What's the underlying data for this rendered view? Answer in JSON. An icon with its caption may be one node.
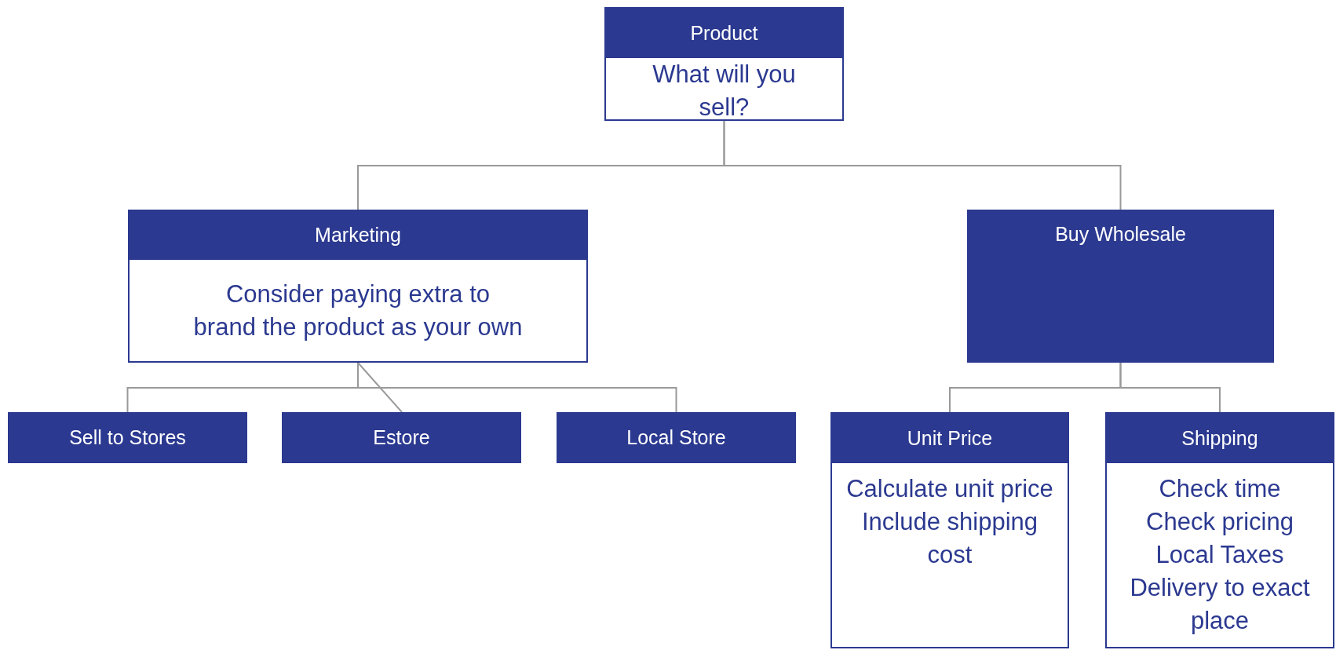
{
  "diagram": {
    "nodes": [
      {
        "text": [
          "Product",
          "What will you sell?"
        ]
      },
      {
        "text": [
          "Marketing",
          "Consider paying extra to brand the product as your own"
        ]
      },
      {
        "text": [
          "Buy Wholesale"
        ]
      },
      {
        "text": [
          "Sell to Stores"
        ]
      },
      {
        "text": [
          "Estore"
        ]
      },
      {
        "text": [
          "Local Store"
        ]
      },
      {
        "text": [
          "Unit Price",
          "Calculate unit price Include shipping cost"
        ]
      },
      {
        "text": [
          "Shipping",
          "Check time Check pricing Local Taxes Delivery to exact place"
        ]
      }
    ],
    "edges": [
      {
        "from": 0,
        "to": 1,
        "arrow": "none"
      },
      {
        "from": 0,
        "to": 2,
        "arrow": "none"
      },
      {
        "from": 1,
        "to": 3,
        "arrow": "none"
      },
      {
        "from": 1,
        "to": 4,
        "arrow": "none"
      },
      {
        "from": 1,
        "to": 5,
        "arrow": "none"
      },
      {
        "from": 2,
        "to": 6,
        "arrow": "none"
      },
      {
        "from": 2,
        "to": 7,
        "arrow": "none"
      }
    ]
  }
}
